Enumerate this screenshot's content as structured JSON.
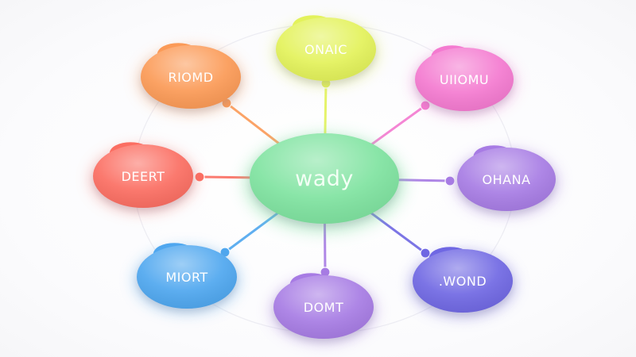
{
  "diagram": {
    "center": {
      "label": "wady",
      "color": "#7fe3a0"
    },
    "nodes": [
      {
        "label": "ONAIC",
        "color": "#e3f25a"
      },
      {
        "label": "UIIOMU",
        "color": "#f47ad0"
      },
      {
        "label": "OHANA",
        "color": "#a77be4"
      },
      {
        "label": ".WOND",
        "color": "#6f67e3"
      },
      {
        "label": "DOMT",
        "color": "#a77be4"
      },
      {
        "label": "MIORT",
        "color": "#4fa7ef"
      },
      {
        "label": "DEERT",
        "color": "#fb6e62"
      },
      {
        "label": "RIOMD",
        "color": "#fb9a57"
      }
    ]
  }
}
